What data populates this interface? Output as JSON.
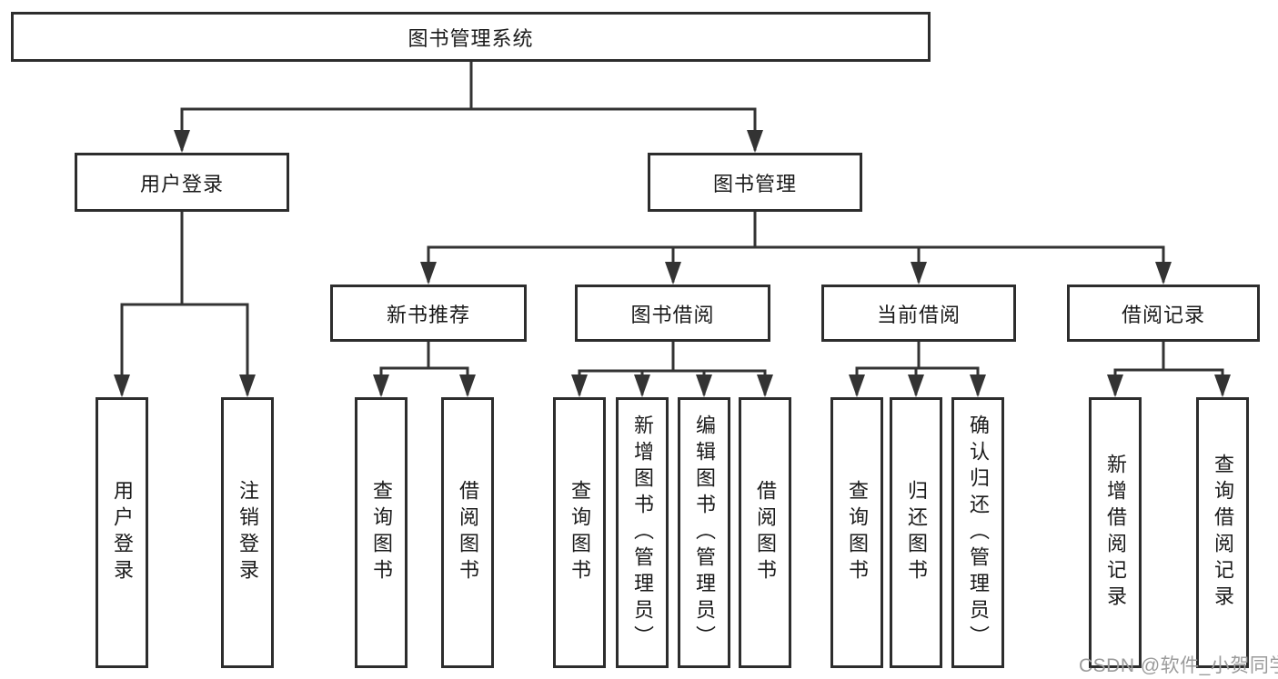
{
  "diagram": {
    "title": "图书管理系统",
    "type": "hierarchy-tree",
    "tree": {
      "label": "图书管理系统",
      "children": [
        {
          "label": "用户登录",
          "children": [
            {
              "label": "用户登录"
            },
            {
              "label": "注销登录"
            }
          ]
        },
        {
          "label": "图书管理",
          "children": [
            {
              "label": "新书推荐",
              "children": [
                {
                  "label": "查询图书"
                },
                {
                  "label": "借阅图书"
                }
              ]
            },
            {
              "label": "图书借阅",
              "children": [
                {
                  "label": "查询图书"
                },
                {
                  "label": "新增图书（管理员）"
                },
                {
                  "label": "编辑图书（管理员）"
                },
                {
                  "label": "借阅图书"
                }
              ]
            },
            {
              "label": "当前借阅",
              "children": [
                {
                  "label": "查询图书"
                },
                {
                  "label": "归还图书"
                },
                {
                  "label": "确认归还（管理员）"
                }
              ]
            },
            {
              "label": "借阅记录",
              "children": [
                {
                  "label": "新增借阅记录"
                },
                {
                  "label": "查询借阅记录"
                }
              ]
            }
          ]
        }
      ]
    }
  },
  "watermark": "CSDN @软件_小贺同学",
  "colors": {
    "line": "#333333",
    "box_border": "#2d2d2d",
    "text": "#1a1a1a",
    "watermark": "#9b9b9b",
    "background": "#ffffff"
  }
}
